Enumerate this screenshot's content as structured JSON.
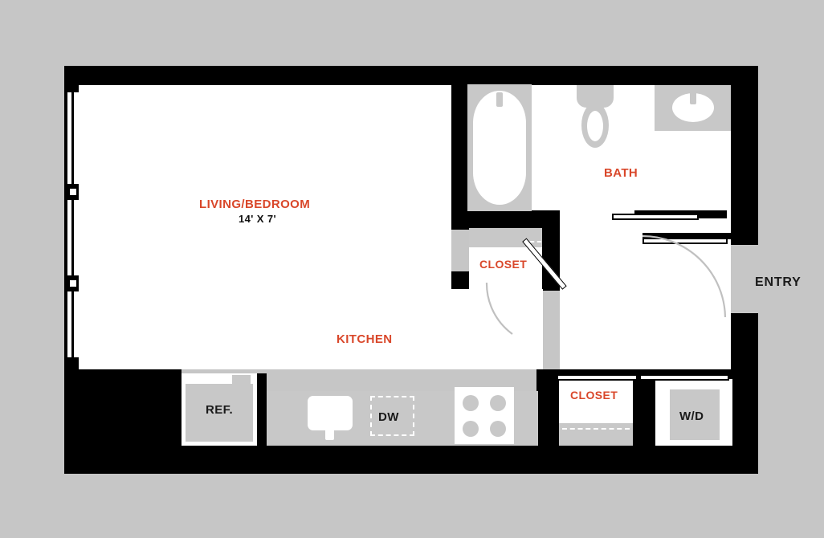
{
  "plan": {
    "title": "Studio Apartment Floor Plan",
    "background_color": "#c6c6c6",
    "wall_color": "#000000",
    "floor_color": "#ffffff",
    "fixture_color": "#c8c8c8",
    "room_label_color": "#d9472a",
    "appliance_label_color": "#1a1a1a",
    "door_swing_color": "#c0c0c0"
  },
  "rooms": [
    {
      "name": "living-bedroom",
      "label": "LIVING/BEDROOM",
      "dimensions": "14' X 7'"
    },
    {
      "name": "bath",
      "label": "BATH",
      "dimensions": ""
    },
    {
      "name": "kitchen",
      "label": "KITCHEN",
      "dimensions": ""
    },
    {
      "name": "closet-upper",
      "label": "CLOSET",
      "dimensions": ""
    },
    {
      "name": "closet-lower",
      "label": "CLOSET",
      "dimensions": ""
    }
  ],
  "labels": {
    "living_bedroom": "LIVING/BEDROOM",
    "living_bedroom_dimensions": "14' X 7'",
    "bath": "BATH",
    "kitchen": "KITCHEN",
    "closet_upper": "CLOSET",
    "closet_lower": "CLOSET",
    "entry": "ENTRY"
  },
  "appliances": [
    {
      "name": "refrigerator",
      "label": "REF."
    },
    {
      "name": "dishwasher",
      "label": "DW"
    },
    {
      "name": "washer-dryer",
      "label": "W/D"
    },
    {
      "name": "range",
      "label": ""
    },
    {
      "name": "kitchen-sink",
      "label": ""
    }
  ],
  "appliance_labels": {
    "refrigerator": "REF.",
    "dishwasher": "DW",
    "washer_dryer": "W/D"
  },
  "fixtures": [
    {
      "name": "bathtub"
    },
    {
      "name": "toilet"
    },
    {
      "name": "vanity-sink"
    },
    {
      "name": "closet-shelf"
    }
  ],
  "doors": [
    {
      "name": "entry-door",
      "type": "swing"
    },
    {
      "name": "bath-door",
      "type": "sliding"
    },
    {
      "name": "closet-upper-door",
      "type": "swing"
    },
    {
      "name": "closet-lower-door",
      "type": "sliding"
    },
    {
      "name": "washer-dryer-door",
      "type": "sliding"
    }
  ],
  "windows": [
    {
      "name": "living-bedroom-window-upper"
    },
    {
      "name": "living-bedroom-window-lower"
    }
  ]
}
